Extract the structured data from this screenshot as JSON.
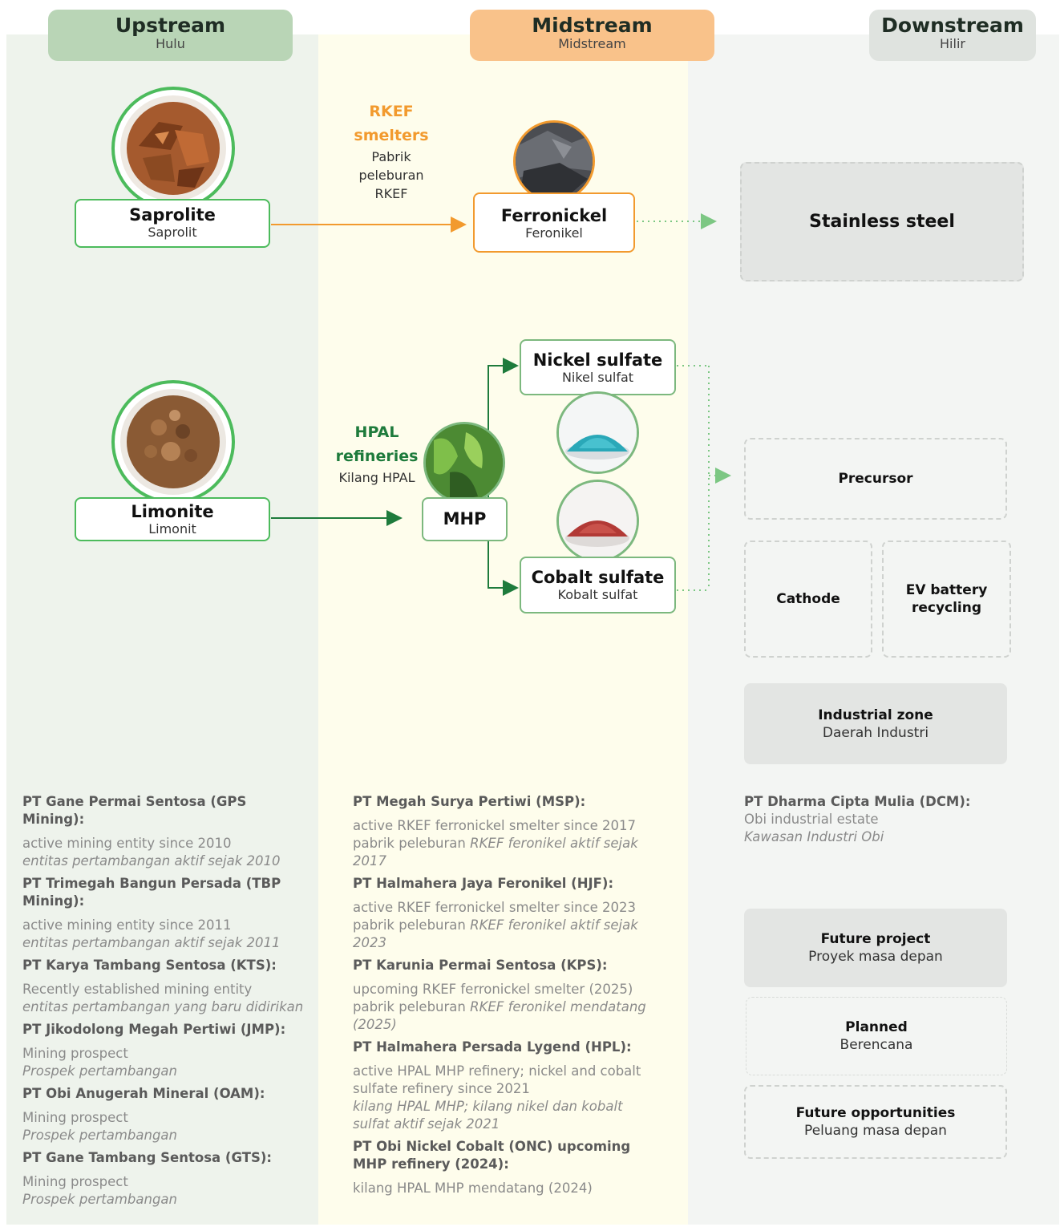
{
  "colors": {
    "upstream_bg": "#eef3ec",
    "midstream_bg": "#fefdec",
    "downstream_bg": "#f3f5f3",
    "upstream_header": "#b9d5b6",
    "midstream_header": "#f9c28a",
    "downstream_header": "#dfe3df",
    "green_border": "#4cbb5c",
    "orange_border": "#f29a2e",
    "dark_green_arrow": "#1e7b3c",
    "orange_text": "#f29a2e",
    "green_text": "#1e7b3c"
  },
  "headers": {
    "upstream": {
      "title": "Upstream",
      "subtitle": "Hulu"
    },
    "midstream": {
      "title": "Midstream",
      "subtitle": "Midstream"
    },
    "downstream": {
      "title": "Downstream",
      "subtitle": "Hilir"
    }
  },
  "nodes": {
    "saprolite": {
      "title": "Saprolite",
      "subtitle": "Saprolit"
    },
    "limonite": {
      "title": "Limonite",
      "subtitle": "Limonit"
    },
    "ferronickel": {
      "title": "Ferronickel",
      "subtitle": "Feronikel"
    },
    "nickel_sulfate": {
      "title": "Nickel sulfate",
      "subtitle": "Nikel sulfat"
    },
    "cobalt_sulfate": {
      "title": "Cobalt sulfate",
      "subtitle": "Kobalt sulfat"
    },
    "mhp": {
      "title": "MHP"
    }
  },
  "processes": {
    "rkef": {
      "line1": "RKEF",
      "line2": "smelters",
      "sub1": "Pabrik",
      "sub2": "peleburan",
      "sub3": "RKEF"
    },
    "hpal": {
      "line1": "HPAL",
      "line2": "refineries",
      "sub1": "Kilang HPAL"
    }
  },
  "downstream": {
    "stainless": "Stainless steel",
    "precursor": "Precursor",
    "cathode": "Cathode",
    "ev_recycling": "EV battery recycling",
    "industrial_zone": {
      "title": "Industrial zone",
      "subtitle": "Daerah Industri"
    }
  },
  "legend": {
    "future_project": {
      "title": "Future project",
      "subtitle": "Proyek masa depan"
    },
    "planned": {
      "title": "Planned",
      "subtitle": "Berencana"
    },
    "future_opportunities": {
      "title": "Future opportunities",
      "subtitle": "Peluang masa depan"
    }
  },
  "upstream_companies": [
    {
      "name": "PT Gane Permai Sentosa (GPS Mining)",
      "en": "active mining entity since 2010",
      "id": "entitas pertambangan aktif sejak 2010"
    },
    {
      "name": "PT Trimegah Bangun Persada (TBP Mining)",
      "en": "active mining entity since 2011",
      "id": "entitas pertambangan aktif sejak 2011"
    },
    {
      "name": "PT Karya Tambang Sentosa (KTS)",
      "en": "Recently established mining entity",
      "id": "entitas pertambangan yang baru didirikan"
    },
    {
      "name": "PT Jikodolong Megah Pertiwi (JMP)",
      "en": "Mining prospect",
      "id": "Prospek pertambangan"
    },
    {
      "name": "PT Obi Anugerah Mineral (OAM)",
      "en": "Mining prospect",
      "id": "Prospek pertambangan"
    },
    {
      "name": "PT Gane Tambang Sentosa (GTS)",
      "en": "Mining prospect",
      "id": "Prospek pertambangan"
    }
  ],
  "midstream_companies": [
    {
      "name": "PT Megah Surya Pertiwi (MSP)",
      "en": "active RKEF ferronickel smelter since 2017",
      "id_plain": "pabrik peleburan ",
      "id_italic": "RKEF feronikel aktif sejak 2017"
    },
    {
      "name": "PT Halmahera Jaya Feronikel (HJF)",
      "en": "active RKEF ferronickel smelter since 2023",
      "id_plain": "pabrik peleburan ",
      "id_italic": "RKEF  feronikel aktif sejak 2023"
    },
    {
      "name": "PT Karunia Permai Sentosa (KPS)",
      "en": "upcoming RKEF ferronickel smelter (2025)",
      "id_plain": "pabrik peleburan ",
      "id_italic": "RKEF feronikel mendatang (2025)"
    },
    {
      "name": "PT Halmahera Persada Lygend (HPL)",
      "en": "active HPAL MHP refinery; nickel and cobalt sulfate refinery since 2021",
      "id_plain": "",
      "id_italic": "kilang HPAL MHP; kilang nikel dan kobalt sulfat aktif sejak 2021"
    },
    {
      "name": "PT Obi Nickel Cobalt (ONC) upcoming MHP refinery (2024)",
      "en": "kilang HPAL MHP mendatang (2024)",
      "id_plain": "",
      "id_italic": ""
    }
  ],
  "downstream_companies": [
    {
      "name": "PT Dharma Cipta Mulia (DCM)",
      "en": "Obi industrial estate",
      "id": "Kawasan Industri Obi"
    }
  ]
}
